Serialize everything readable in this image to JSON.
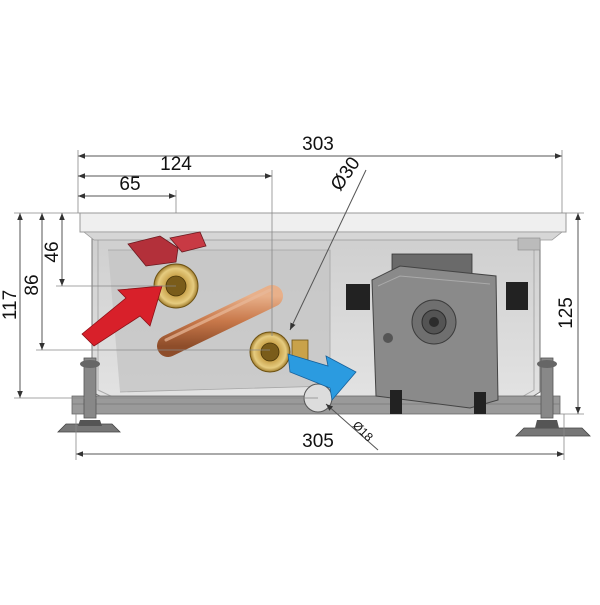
{
  "diagram": {
    "type": "technical-drawing",
    "dimensions": {
      "overall_width_top": "303",
      "inlet_offset": "124",
      "valve_offset": "65",
      "pipe_diameter": "Ø30",
      "base_width": "305",
      "inlet_height": "46",
      "valve_height": "86",
      "outlet_height": "117",
      "total_height": "125",
      "outlet_diameter": "Ø18"
    },
    "colors": {
      "housing_fill": "#d9d9d9",
      "grille": "#eeeeee",
      "supply_arrow": "#d8202a",
      "return_arrow": "#2b9be0",
      "heat_exchanger": "#c8784a",
      "brass_fitting": "#c9a24a",
      "fan_unit": "#8a8a8a"
    },
    "icons": [
      "supply-arrow-icon",
      "return-arrow-icon"
    ]
  }
}
